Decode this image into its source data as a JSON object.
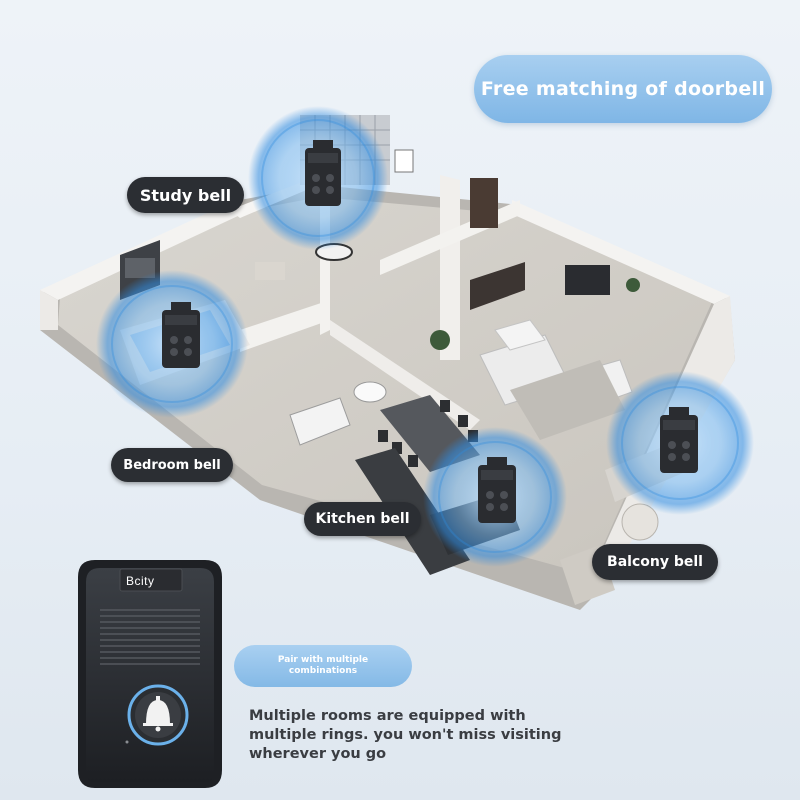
{
  "headline": "Free matching of doorbell",
  "labels": {
    "study": "Study bell",
    "bedroom": "Bedroom bell",
    "kitchen": "Kitchen bell",
    "balcony": "Balcony bell"
  },
  "pair_badge": {
    "line1": "Pair with multiple",
    "line2": "combinations"
  },
  "description": "Multiple rooms are equipped with multiple rings. you won't miss visiting wherever you go",
  "device": {
    "brand": "Bcity"
  },
  "colors": {
    "accent_blue": "#7fb6e6",
    "label_dark": "#2b2e33",
    "wave_blue": "#2f8be0"
  }
}
